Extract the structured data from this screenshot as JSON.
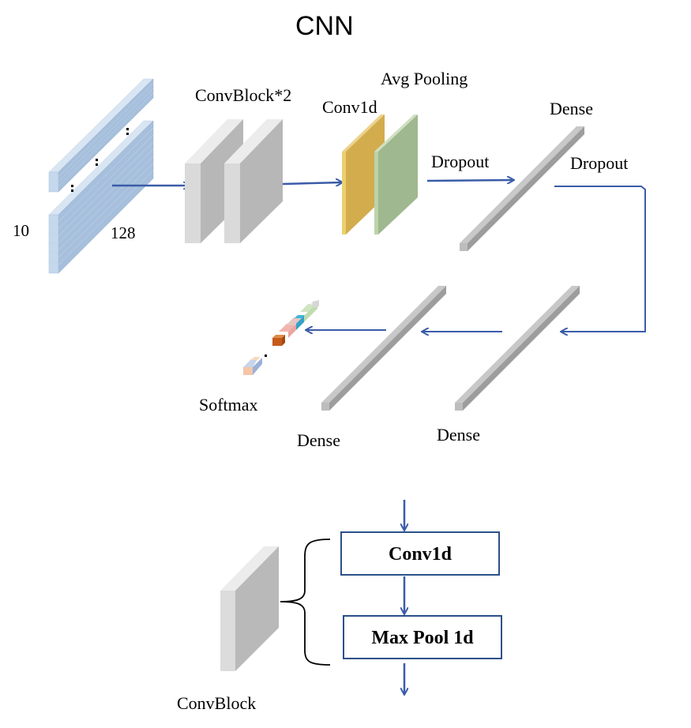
{
  "title": "CNN",
  "labels": {
    "dim_10": "10",
    "dim_128": "128",
    "convblock_x2": "ConvBlock*2",
    "avg_pooling": "Avg Pooling",
    "conv1d": "Conv1d",
    "dropout_1": "Dropout",
    "dense_1": "Dense",
    "dropout_2": "Dropout",
    "softmax": "Softmax",
    "dense_2": "Dense",
    "dense_3": "Dense",
    "convblock": "ConvBlock"
  },
  "detail": {
    "conv1d_box": "Conv1d",
    "maxpool_box": "Max Pool 1d"
  },
  "colors": {
    "arrow": "#3a5ca8",
    "input_slab": "#a6bfdc",
    "conv_block": "#d7d7d7",
    "conv1d": "#d3ac4e",
    "avg_pool": "#9fb88f",
    "dense": "#9d9d9d",
    "box_border": "#2b5189"
  }
}
